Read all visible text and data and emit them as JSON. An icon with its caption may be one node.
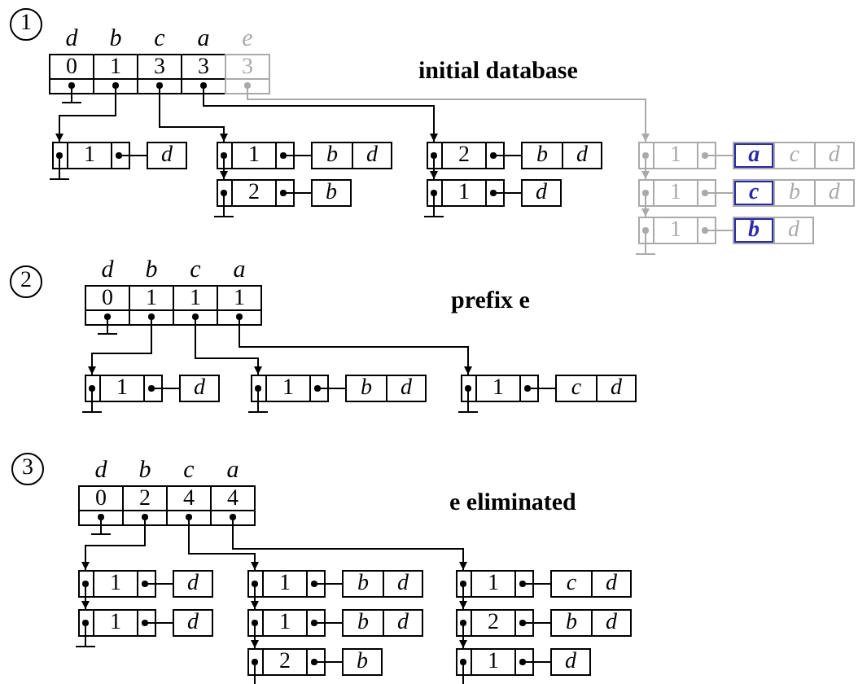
{
  "diagram": {
    "nodes": [
      {
        "text": [
          "1"
        ]
      },
      {
        "text": [
          "d",
          "0"
        ]
      },
      {
        "text": [
          "b",
          "1"
        ]
      },
      {
        "text": [
          "c",
          "3"
        ]
      },
      {
        "text": [
          "a",
          "3"
        ]
      },
      {
        "text": [
          "e",
          "3"
        ]
      },
      {
        "text": [
          "1"
        ]
      },
      {
        "text": [
          "d"
        ]
      },
      {
        "text": [
          "1"
        ]
      },
      {
        "text": [
          "b",
          "d"
        ]
      },
      {
        "text": [
          "2"
        ]
      },
      {
        "text": [
          "b",
          "d"
        ]
      },
      {
        "text": [
          "1"
        ]
      },
      {
        "text": [
          "a",
          "c",
          "d"
        ]
      },
      {
        "text": [
          "2"
        ]
      },
      {
        "text": [
          "b"
        ]
      },
      {
        "text": [
          "1"
        ]
      },
      {
        "text": [
          "d"
        ]
      },
      {
        "text": [
          "1"
        ]
      },
      {
        "text": [
          "c",
          "b",
          "d"
        ]
      },
      {
        "text": [
          "1"
        ]
      },
      {
        "text": [
          "b",
          "d"
        ]
      },
      {
        "text": [
          "2"
        ]
      },
      {
        "text": [
          "d",
          "0"
        ]
      },
      {
        "text": [
          "b",
          "1"
        ]
      },
      {
        "text": [
          "c",
          "1"
        ]
      },
      {
        "text": [
          "a",
          "1"
        ]
      },
      {
        "text": [
          "1"
        ]
      },
      {
        "text": [
          "d"
        ]
      },
      {
        "text": [
          "1"
        ]
      },
      {
        "text": [
          "b",
          "d"
        ]
      },
      {
        "text": [
          "1"
        ]
      },
      {
        "text": [
          "c",
          "d"
        ]
      },
      {
        "text": [
          "3"
        ]
      },
      {
        "text": [
          "d",
          "0"
        ]
      },
      {
        "text": [
          "b",
          "2"
        ]
      },
      {
        "text": [
          "c",
          "4"
        ]
      },
      {
        "text": [
          "a",
          "4"
        ]
      },
      {
        "text": [
          "1"
        ]
      },
      {
        "text": [
          "d"
        ]
      },
      {
        "text": [
          "1"
        ]
      },
      {
        "text": [
          "b",
          "d"
        ]
      },
      {
        "text": [
          "1"
        ]
      },
      {
        "text": [
          "c",
          "d"
        ]
      },
      {
        "text": [
          "1"
        ]
      },
      {
        "text": [
          "d"
        ]
      },
      {
        "text": [
          "1"
        ]
      },
      {
        "text": [
          "b",
          "d"
        ]
      },
      {
        "text": [
          "2"
        ]
      },
      {
        "text": [
          "b",
          "d"
        ]
      },
      {
        "text": [
          "2"
        ]
      },
      {
        "text": [
          "b"
        ]
      },
      {
        "text": [
          "1"
        ]
      },
      {
        "text": [
          "d"
        ]
      }
    ],
    "edges": [
      {
        "from": 2,
        "to": 6,
        "arrow": "to"
      },
      {
        "from": 3,
        "to": 8,
        "arrow": "to"
      },
      {
        "from": 4,
        "to": 10,
        "arrow": "to"
      },
      {
        "from": 5,
        "to": 12,
        "arrow": "to",
        "color": "#aaaaaa"
      },
      {
        "from": 6,
        "to": 7,
        "arrow": "none"
      },
      {
        "from": 8,
        "to": 9,
        "arrow": "none"
      },
      {
        "from": 10,
        "to": 11,
        "arrow": "none"
      },
      {
        "from": 12,
        "to": 13,
        "arrow": "none",
        "color": "#aaaaaa"
      },
      {
        "from": 14,
        "to": 15,
        "arrow": "none"
      },
      {
        "from": 16,
        "to": 17,
        "arrow": "none"
      },
      {
        "from": 18,
        "to": 19,
        "arrow": "none",
        "color": "#aaaaaa"
      },
      {
        "from": 20,
        "to": 21,
        "arrow": "none",
        "color": "#aaaaaa"
      },
      {
        "from": 8,
        "to": 14,
        "arrow": "to"
      },
      {
        "from": 10,
        "to": 16,
        "arrow": "to"
      },
      {
        "from": 12,
        "to": 18,
        "arrow": "to",
        "color": "#aaaaaa"
      },
      {
        "from": 18,
        "to": 20,
        "arrow": "to",
        "color": "#aaaaaa"
      },
      {
        "from": 24,
        "to": 27,
        "arrow": "to"
      },
      {
        "from": 25,
        "to": 29,
        "arrow": "to"
      },
      {
        "from": 26,
        "to": 31,
        "arrow": "to"
      },
      {
        "from": 27,
        "to": 28,
        "arrow": "none"
      },
      {
        "from": 29,
        "to": 30,
        "arrow": "none"
      },
      {
        "from": 31,
        "to": 32,
        "arrow": "none"
      },
      {
        "from": 35,
        "to": 38,
        "arrow": "to"
      },
      {
        "from": 36,
        "to": 40,
        "arrow": "to"
      },
      {
        "from": 37,
        "to": 42,
        "arrow": "to"
      },
      {
        "from": 38,
        "to": 39,
        "arrow": "none"
      },
      {
        "from": 40,
        "to": 41,
        "arrow": "none"
      },
      {
        "from": 42,
        "to": 43,
        "arrow": "none"
      },
      {
        "from": 44,
        "to": 45,
        "arrow": "none"
      },
      {
        "from": 46,
        "to": 47,
        "arrow": "none"
      },
      {
        "from": 48,
        "to": 49,
        "arrow": "none"
      },
      {
        "from": 50,
        "to": 51,
        "arrow": "none"
      },
      {
        "from": 52,
        "to": 53,
        "arrow": "none"
      },
      {
        "from": 38,
        "to": 44,
        "arrow": "to"
      },
      {
        "from": 40,
        "to": 46,
        "arrow": "to"
      },
      {
        "from": 46,
        "to": 50,
        "arrow": "to"
      },
      {
        "from": 42,
        "to": 48,
        "arrow": "to"
      },
      {
        "from": 48,
        "to": 52,
        "arrow": "to"
      }
    ],
    "labels": [
      "initial database",
      "prefix e",
      "e eliminated"
    ]
  }
}
